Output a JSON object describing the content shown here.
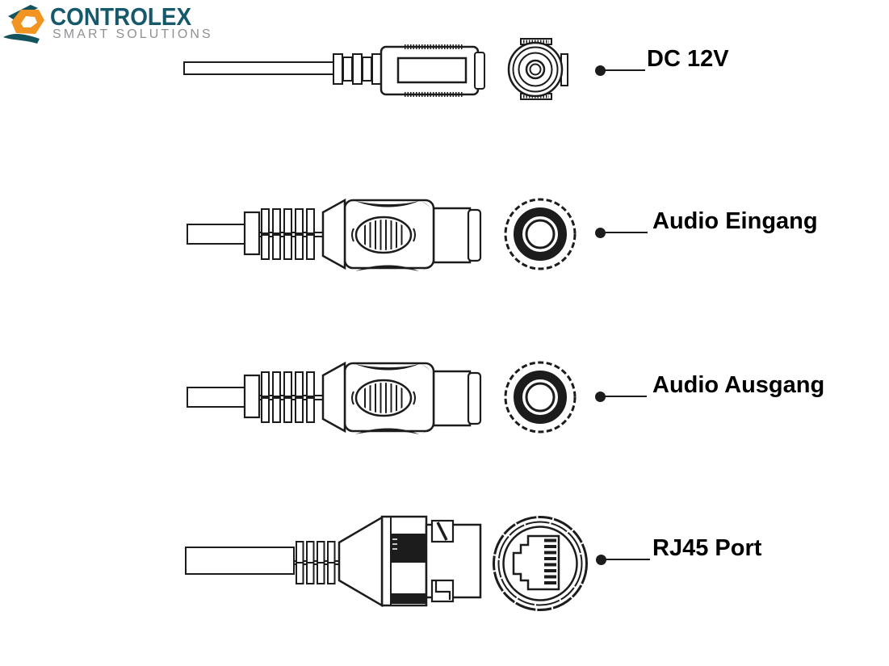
{
  "page": {
    "background": "#ffffff"
  },
  "logo": {
    "brand": "CONTROLEX",
    "tagline": "SMART SOLUTIONS",
    "brand_color": "#16596b",
    "tagline_color": "#8f9194",
    "icon_orange": "#f29421",
    "icon_teal": "#14525e"
  },
  "diagram": {
    "ink_color": "#1c1c1c",
    "label_color": "#000000",
    "rows": [
      {
        "id": "dc-12v",
        "label": "DC 12V",
        "side_view": "dc-power-plug-side",
        "front_view": "dc-power-jack-front"
      },
      {
        "id": "audio-in",
        "label": "Audio Eingang",
        "side_view": "rca-audio-plug-side",
        "front_view": "rca-audio-jack-front"
      },
      {
        "id": "audio-out",
        "label": "Audio Ausgang",
        "side_view": "rca-audio-plug-side",
        "front_view": "rca-audio-jack-front"
      },
      {
        "id": "rj45",
        "label": "RJ45 Port",
        "side_view": "ethernet-plug-side",
        "front_view": "rj45-jack-front"
      }
    ]
  }
}
